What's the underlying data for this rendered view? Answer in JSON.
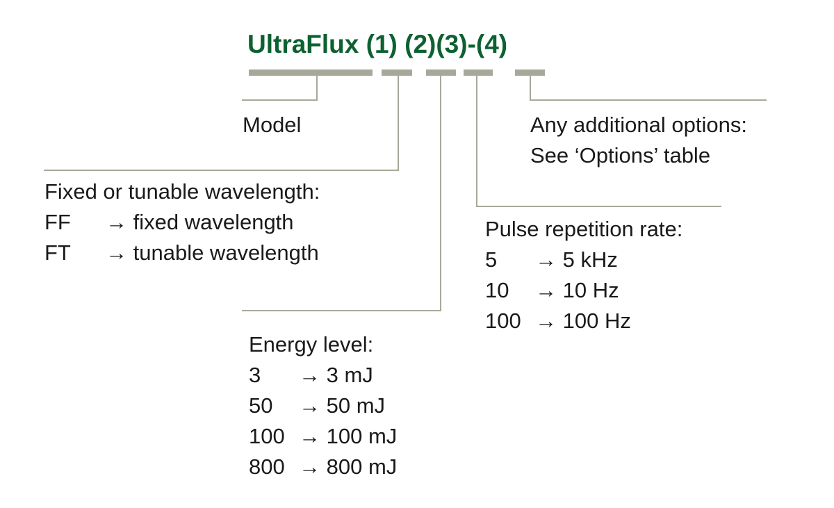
{
  "title": "UltraFlux (1) (2)(3)-(4)",
  "model": {
    "label": "Model"
  },
  "options": {
    "line1": "Any additional options:",
    "line2": "See ‘Options’ table"
  },
  "wavelength": {
    "heading": "Fixed or tunable wavelength:",
    "items": [
      {
        "code": "FF",
        "desc": "→ fixed wavelength"
      },
      {
        "code": "FT",
        "desc": "→ tunable wavelength"
      }
    ]
  },
  "pulse": {
    "heading": "Pulse repetition rate:",
    "items": [
      {
        "code": "5",
        "desc": "→ 5 kHz"
      },
      {
        "code": "10",
        "desc": "→ 10 Hz"
      },
      {
        "code": "100",
        "desc": "→ 100 Hz"
      }
    ]
  },
  "energy": {
    "heading": "Energy level:",
    "items": [
      {
        "code": "3",
        "desc": "→ 3 mJ"
      },
      {
        "code": "50",
        "desc": "→ 50 mJ"
      },
      {
        "code": "100",
        "desc": "→ 100 mJ"
      },
      {
        "code": "800",
        "desc": "→ 800 mJ"
      }
    ]
  },
  "colors": {
    "title": "#0d6131",
    "connector": "#a8a89a"
  }
}
